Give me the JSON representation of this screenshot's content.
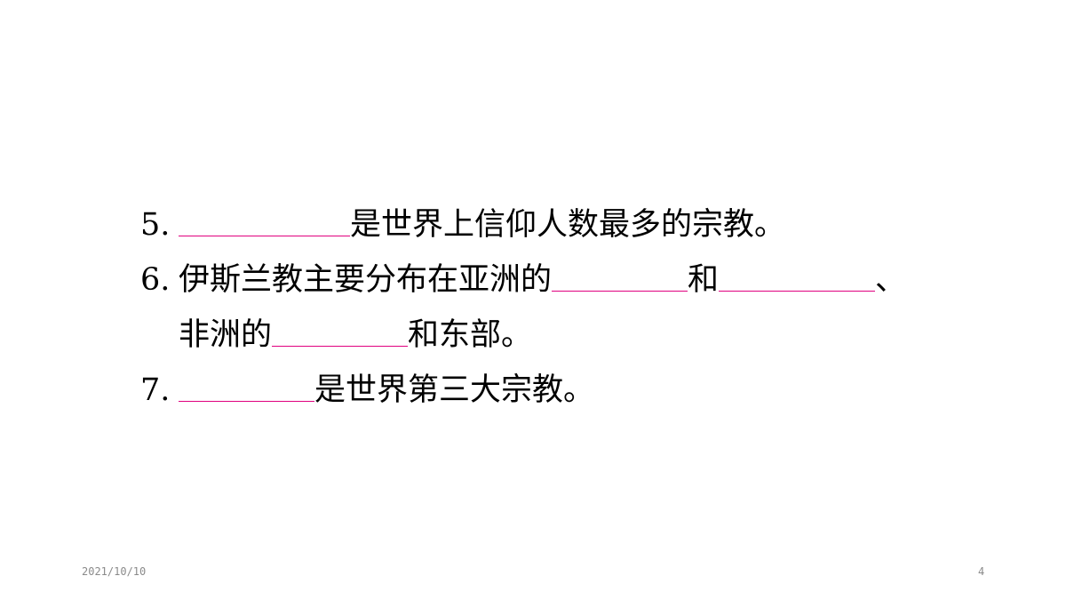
{
  "questions": {
    "q5": {
      "number": "5.",
      "text_after": "是世界上信仰人数最多的宗教。"
    },
    "q6": {
      "number": "6.",
      "text_before": "伊斯兰教主要分布在亚洲的",
      "connector": "和",
      "punct": "、",
      "line2_before": "非洲的",
      "line2_after": "和东部。"
    },
    "q7": {
      "number": "7.",
      "text_after": "是世界第三大宗教。"
    }
  },
  "footer": {
    "date": "2021/10/10",
    "page": "4"
  },
  "colors": {
    "blank_underline": "#e0007f",
    "footer_text": "#8a8a8a"
  }
}
